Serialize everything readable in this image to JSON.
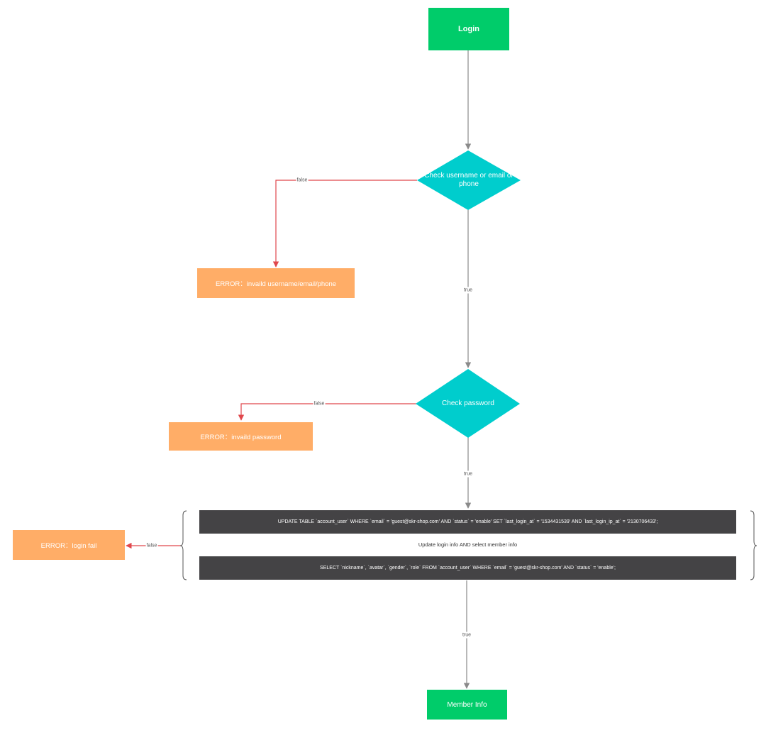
{
  "nodes": {
    "login": "Login",
    "check_identity": "Check username or email or phone",
    "error_identity": "ERROR：invaild username/email/phone",
    "check_password": "Check password",
    "error_password": "ERROR：invaild password",
    "sql_update": "UPDATE TABLE `account_user` WHERE `email` = 'guest@skr-shop.com' AND `status` = 'enable' SET `last_login_at` = '1534431539' AND `last_login_ip_at` = '2130706433';",
    "group_label": "Update login info AND select member info",
    "sql_select": "SELECT `nickname`, `avatar`, `gender`, `role` FROM `account_user` WHERE `email` = 'guest@skr-shop.com' AND `status` = 'enable';",
    "error_login": "ERROR：login fail",
    "member_info": "Member Info"
  },
  "edges": {
    "identity_false": "false",
    "identity_true": "true",
    "password_false": "false",
    "password_true": "true",
    "group_false": "false",
    "group_true": "true"
  },
  "colors": {
    "start_end": "#00cc6a",
    "decision": "#00cdcd",
    "error": "#ffad67",
    "sql": "#444345",
    "flow_line": "#8a8a8a",
    "false_line": "#e0474c"
  }
}
